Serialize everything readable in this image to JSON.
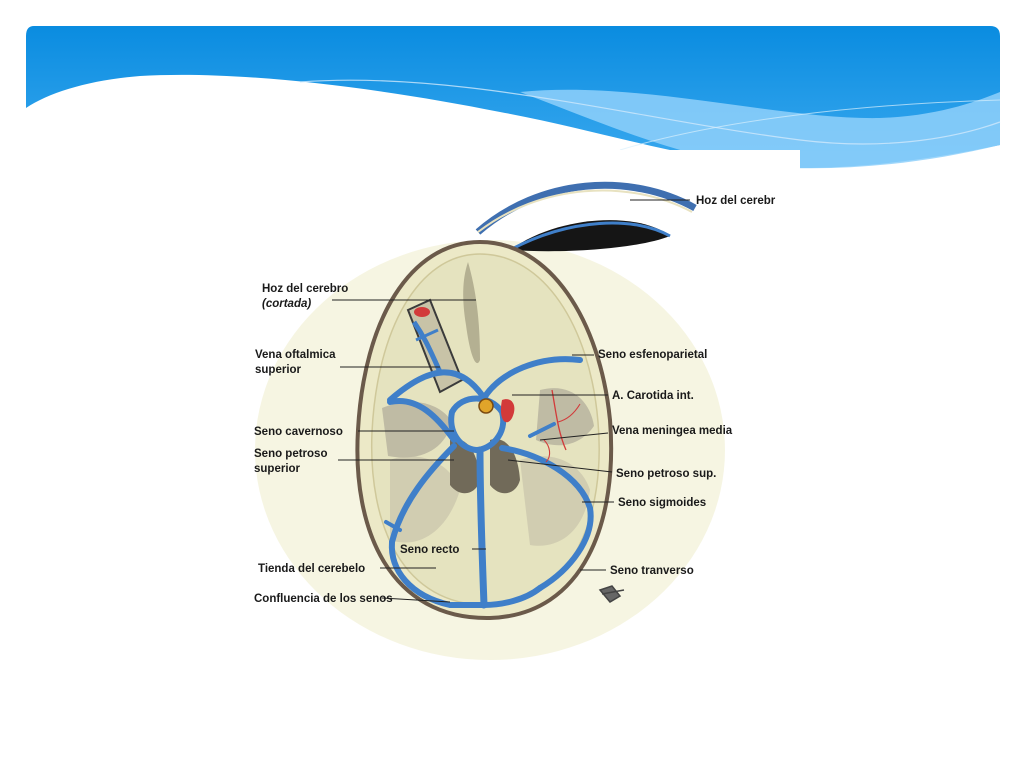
{
  "colors": {
    "banner_top": "#0b8fe0",
    "banner_light": "#8fd0fa",
    "vein": "#3f7fc9",
    "artery": "#d23a3a",
    "parchment": "#efeccf"
  },
  "labels": {
    "hoz_top": "Hoz del cerebr",
    "hoz_cut_1": "Hoz del cerebro",
    "hoz_cut_2": "(cortada)",
    "vena_oft_1": "Vena oftalmica",
    "vena_oft_2": "superior",
    "seno_esfeno": "Seno esfenoparietal",
    "carotida": "A. Carotida int.",
    "seno_cav": "Seno cavernoso",
    "meningea": "Vena meningea media",
    "petroso_sup_1": "Seno petroso",
    "petroso_sup_2": "superior",
    "petroso_right": "Seno petroso sup.",
    "sigmoides": "Seno sigmoides",
    "recto": "Seno recto",
    "tienda": "Tienda del cerebelo",
    "transverso": "Seno tranverso",
    "confluencia": "Confluencia de los senos"
  }
}
